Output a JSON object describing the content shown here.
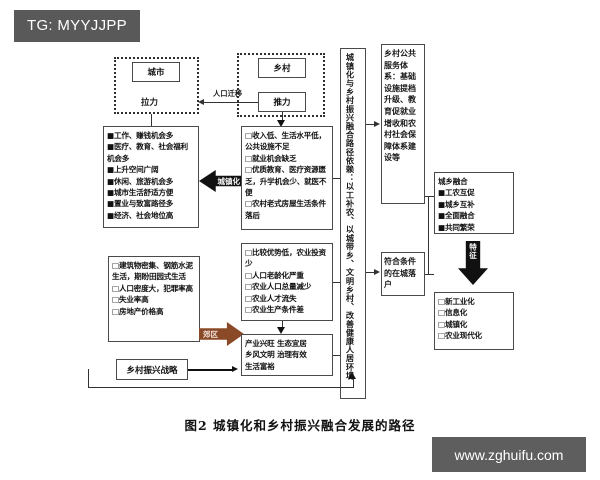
{
  "watermarks": {
    "tag": "TG: MYYJJPP",
    "site": "www.zghuifu.com"
  },
  "figure": {
    "caption": "图2  城镇化和乡村振兴融合发展的路径",
    "top": {
      "city_group_label": "城市",
      "city_pull_label": "拉力",
      "rural_group_label": "乡村",
      "rural_push_label": "推力",
      "migration_label": "人口迁移"
    },
    "arrows": {
      "urbanization": "城镇化",
      "suburb": "郊区",
      "characteristic": "特征"
    },
    "strategy_box": "乡村振兴战略",
    "boxes": {
      "city_pull_factors": {
        "bullet": "■",
        "items": [
          "工作、赚钱机会多",
          "医疗、教育、社会福利机会多",
          "上升空间广阔",
          "休闲、旅游机会多",
          "城市生活舒适方便",
          "置业与致富路径多",
          "经济、社会地位高"
        ]
      },
      "rural_push_factors": {
        "bullet": "□",
        "items": [
          "收入低、生活水平低，公共设施不足",
          "就业机会缺乏",
          "优质教育、医疗资源匮乏，升学机会少、就医不便",
          "农村老式房屋生活条件落后"
        ]
      },
      "rural_problems": {
        "bullet": "□",
        "items": [
          "比较优势低，农业投资少",
          "人口老龄化严重",
          "农业人口总量减少",
          "农业人才流失",
          "农业生产条件差"
        ]
      },
      "city_problems": {
        "bullet": "□",
        "items": [
          "建筑物密集、钢筋水泥生活，期盼田园式生活",
          "人口密度大，犯罪率高",
          "失业率高",
          "房地产价格高"
        ]
      },
      "revitalization_goals": {
        "lines": [
          "产业兴旺  生态宜居",
          "乡风文明  治理有效",
          "生活富裕"
        ]
      },
      "integration_path": {
        "text": "城镇化与乡村振兴融合路径依赖：以工补农、以城带乡、文明乡村、改善健康人居环境"
      },
      "public_service_system": {
        "text": "乡村公共服务体系：基础设施提档升级、教育促就业增收和农村社会保障体系建设等"
      },
      "settle_in_city": {
        "text": "符合条件的在城落户"
      },
      "urban_rural_integration": {
        "title": "城乡融合",
        "bullet": "■",
        "items": [
          "工农互促",
          "城乡互补",
          "全面融合",
          "共同繁荣"
        ]
      },
      "modernization": {
        "bullet": "□",
        "items": [
          "新工业化",
          "信息化",
          "城镇化",
          "农业现代化"
        ]
      }
    }
  }
}
